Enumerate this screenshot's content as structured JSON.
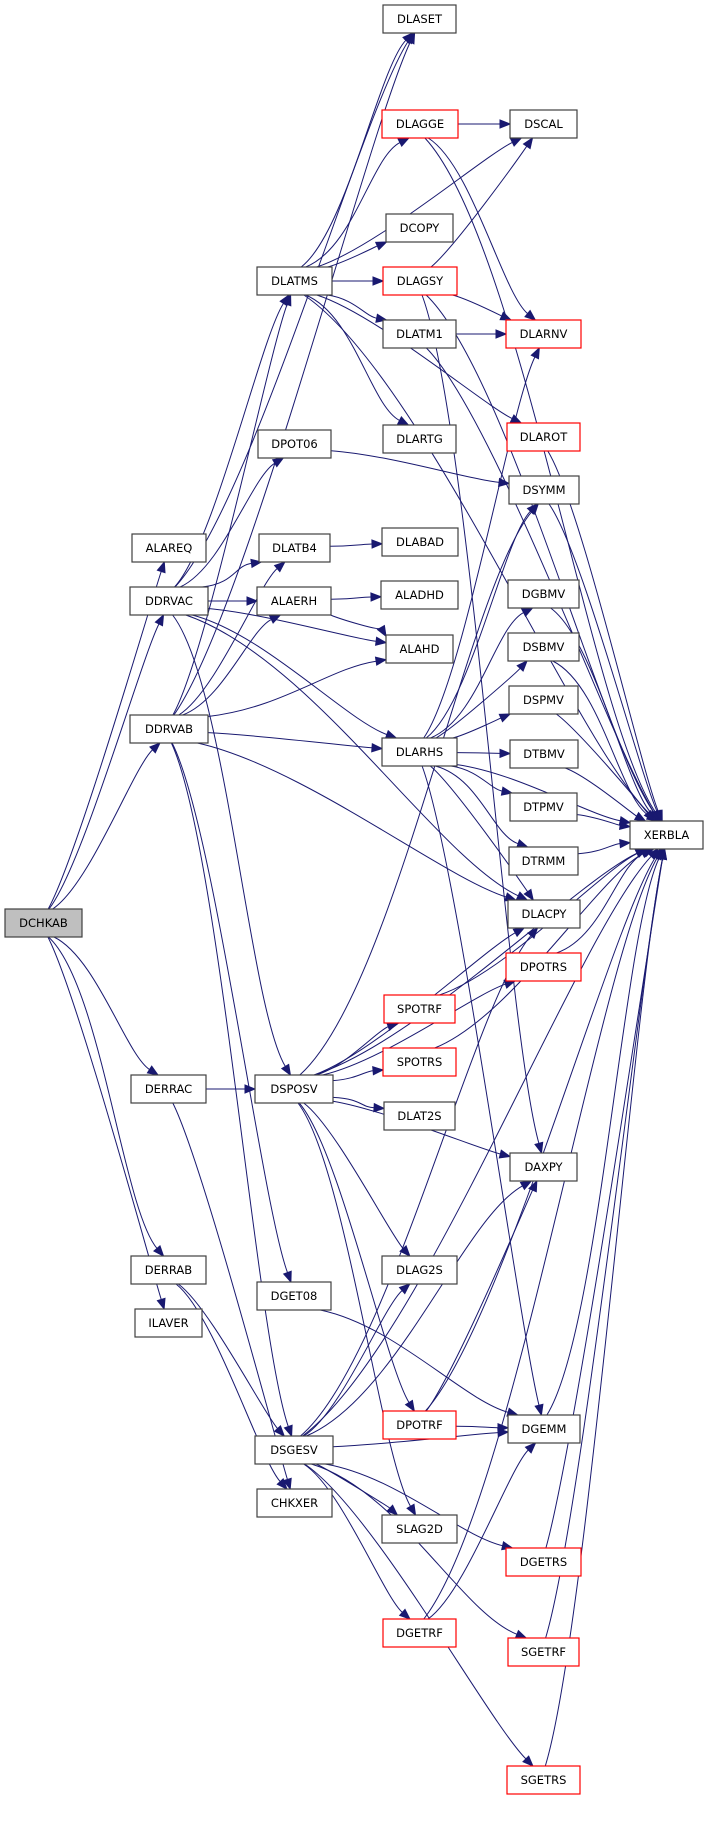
{
  "title": "DCHKAB call graph",
  "colors": {
    "edge": "#191970",
    "node_border": "#404040",
    "external_border": "#ff0000",
    "root_fill": "#bfbfbf"
  },
  "nodes": [
    {
      "id": "DCHKAB",
      "label": "DCHKAB",
      "kind": "root"
    },
    {
      "id": "ALAREQ",
      "label": "ALAREQ",
      "kind": "normal"
    },
    {
      "id": "DDRVAC",
      "label": "DDRVAC",
      "kind": "normal"
    },
    {
      "id": "DDRVAB",
      "label": "DDRVAB",
      "kind": "normal"
    },
    {
      "id": "DERRAC",
      "label": "DERRAC",
      "kind": "normal"
    },
    {
      "id": "DERRAB",
      "label": "DERRAB",
      "kind": "normal"
    },
    {
      "id": "ILAVER",
      "label": "ILAVER",
      "kind": "normal"
    },
    {
      "id": "DLATMS",
      "label": "DLATMS",
      "kind": "normal"
    },
    {
      "id": "DPOT06",
      "label": "DPOT06",
      "kind": "normal"
    },
    {
      "id": "DLATB4",
      "label": "DLATB4",
      "kind": "normal"
    },
    {
      "id": "ALAERH",
      "label": "ALAERH",
      "kind": "normal"
    },
    {
      "id": "DSPOSV",
      "label": "DSPOSV",
      "kind": "normal"
    },
    {
      "id": "DGET08",
      "label": "DGET08",
      "kind": "normal"
    },
    {
      "id": "DSGESV",
      "label": "DSGESV",
      "kind": "normal"
    },
    {
      "id": "CHKXER",
      "label": "CHKXER",
      "kind": "normal"
    },
    {
      "id": "DLASET",
      "label": "DLASET",
      "kind": "normal"
    },
    {
      "id": "DLAGGE",
      "label": "DLAGGE",
      "kind": "external"
    },
    {
      "id": "DCOPY",
      "label": "DCOPY",
      "kind": "normal"
    },
    {
      "id": "DLAGSY",
      "label": "DLAGSY",
      "kind": "external"
    },
    {
      "id": "DLATM1",
      "label": "DLATM1",
      "kind": "normal"
    },
    {
      "id": "DLARTG",
      "label": "DLARTG",
      "kind": "normal"
    },
    {
      "id": "DLABAD",
      "label": "DLABAD",
      "kind": "normal"
    },
    {
      "id": "ALADHD",
      "label": "ALADHD",
      "kind": "normal"
    },
    {
      "id": "ALAHD",
      "label": "ALAHD",
      "kind": "normal"
    },
    {
      "id": "DLARHS",
      "label": "DLARHS",
      "kind": "normal"
    },
    {
      "id": "SPOTRF",
      "label": "SPOTRF",
      "kind": "external"
    },
    {
      "id": "SPOTRS",
      "label": "SPOTRS",
      "kind": "external"
    },
    {
      "id": "DLAT2S",
      "label": "DLAT2S",
      "kind": "normal"
    },
    {
      "id": "DLAG2S",
      "label": "DLAG2S",
      "kind": "normal"
    },
    {
      "id": "DPOTRF",
      "label": "DPOTRF",
      "kind": "external"
    },
    {
      "id": "SLAG2D",
      "label": "SLAG2D",
      "kind": "normal"
    },
    {
      "id": "DGETRF",
      "label": "DGETRF",
      "kind": "external"
    },
    {
      "id": "DSCAL",
      "label": "DSCAL",
      "kind": "normal"
    },
    {
      "id": "DLARNV",
      "label": "DLARNV",
      "kind": "external"
    },
    {
      "id": "DLAROT",
      "label": "DLAROT",
      "kind": "external"
    },
    {
      "id": "DSYMM",
      "label": "DSYMM",
      "kind": "normal"
    },
    {
      "id": "DGBMV",
      "label": "DGBMV",
      "kind": "normal"
    },
    {
      "id": "DSBMV",
      "label": "DSBMV",
      "kind": "normal"
    },
    {
      "id": "DSPMV",
      "label": "DSPMV",
      "kind": "normal"
    },
    {
      "id": "DTBMV",
      "label": "DTBMV",
      "kind": "normal"
    },
    {
      "id": "DTPMV",
      "label": "DTPMV",
      "kind": "normal"
    },
    {
      "id": "DTRMM",
      "label": "DTRMM",
      "kind": "normal"
    },
    {
      "id": "DLACPY",
      "label": "DLACPY",
      "kind": "normal"
    },
    {
      "id": "DPOTRS",
      "label": "DPOTRS",
      "kind": "external"
    },
    {
      "id": "DAXPY",
      "label": "DAXPY",
      "kind": "normal"
    },
    {
      "id": "DGEMM",
      "label": "DGEMM",
      "kind": "normal"
    },
    {
      "id": "DGETRS",
      "label": "DGETRS",
      "kind": "external"
    },
    {
      "id": "SGETRF",
      "label": "SGETRF",
      "kind": "external"
    },
    {
      "id": "SGETRS",
      "label": "SGETRS",
      "kind": "external"
    },
    {
      "id": "XERBLA",
      "label": "XERBLA",
      "kind": "normal"
    }
  ],
  "edges": [
    [
      "DCHKAB",
      "ALAREQ"
    ],
    [
      "DCHKAB",
      "DDRVAC"
    ],
    [
      "DCHKAB",
      "DDRVAB"
    ],
    [
      "DCHKAB",
      "DERRAC"
    ],
    [
      "DCHKAB",
      "DERRAB"
    ],
    [
      "DCHKAB",
      "ILAVER"
    ],
    [
      "DDRVAC",
      "DLASET"
    ],
    [
      "DDRVAC",
      "DLATMS"
    ],
    [
      "DDRVAC",
      "DPOT06"
    ],
    [
      "DDRVAC",
      "DLATB4"
    ],
    [
      "DDRVAC",
      "ALAERH"
    ],
    [
      "DDRVAC",
      "ALAHD"
    ],
    [
      "DDRVAC",
      "DLARHS"
    ],
    [
      "DDRVAC",
      "DLACPY"
    ],
    [
      "DDRVAC",
      "DSPOSV"
    ],
    [
      "DDRVAB",
      "DLASET"
    ],
    [
      "DDRVAB",
      "DLATMS"
    ],
    [
      "DDRVAB",
      "DLATB4"
    ],
    [
      "DDRVAB",
      "ALAERH"
    ],
    [
      "DDRVAB",
      "ALAHD"
    ],
    [
      "DDRVAB",
      "DLARHS"
    ],
    [
      "DDRVAB",
      "DLACPY"
    ],
    [
      "DDRVAB",
      "DGET08"
    ],
    [
      "DDRVAB",
      "DSGESV"
    ],
    [
      "DERRAC",
      "DSPOSV"
    ],
    [
      "DERRAC",
      "CHKXER"
    ],
    [
      "DERRAB",
      "DSGESV"
    ],
    [
      "DERRAB",
      "CHKXER"
    ],
    [
      "DLATMS",
      "DLASET"
    ],
    [
      "DLATMS",
      "DLAGGE"
    ],
    [
      "DLATMS",
      "DSCAL"
    ],
    [
      "DLATMS",
      "DCOPY"
    ],
    [
      "DLATMS",
      "DLAGSY"
    ],
    [
      "DLATMS",
      "DLATM1"
    ],
    [
      "DLATMS",
      "DLARTG"
    ],
    [
      "DLATMS",
      "DLAROT"
    ],
    [
      "DLATMS",
      "XERBLA"
    ],
    [
      "DLAGGE",
      "DSCAL"
    ],
    [
      "DLAGGE",
      "DLARNV"
    ],
    [
      "DLAGGE",
      "XERBLA"
    ],
    [
      "DLAGSY",
      "DSCAL"
    ],
    [
      "DLAGSY",
      "DLARNV"
    ],
    [
      "DLAGSY",
      "XERBLA"
    ],
    [
      "DLAGSY",
      "DAXPY"
    ],
    [
      "DLATM1",
      "DLARNV"
    ],
    [
      "DLATM1",
      "XERBLA"
    ],
    [
      "DLAROT",
      "XERBLA"
    ],
    [
      "DPOT06",
      "DSYMM"
    ],
    [
      "DLATB4",
      "DLABAD"
    ],
    [
      "ALAERH",
      "ALADHD"
    ],
    [
      "ALAERH",
      "ALAHD"
    ],
    [
      "DSYMM",
      "XERBLA"
    ],
    [
      "DLARHS",
      "DLARNV"
    ],
    [
      "DLARHS",
      "DSYMM"
    ],
    [
      "DLARHS",
      "DGBMV"
    ],
    [
      "DLARHS",
      "DSBMV"
    ],
    [
      "DLARHS",
      "DSPMV"
    ],
    [
      "DLARHS",
      "DTBMV"
    ],
    [
      "DLARHS",
      "DTPMV"
    ],
    [
      "DLARHS",
      "DTRMM"
    ],
    [
      "DLARHS",
      "DLACPY"
    ],
    [
      "DLARHS",
      "DGEMM"
    ],
    [
      "DLARHS",
      "XERBLA"
    ],
    [
      "DGBMV",
      "XERBLA"
    ],
    [
      "DSBMV",
      "XERBLA"
    ],
    [
      "DSPMV",
      "XERBLA"
    ],
    [
      "DTBMV",
      "XERBLA"
    ],
    [
      "DTPMV",
      "XERBLA"
    ],
    [
      "DTRMM",
      "XERBLA"
    ],
    [
      "DPOTRS",
      "XERBLA"
    ],
    [
      "DSPOSV",
      "DLACPY"
    ],
    [
      "DSPOSV",
      "DPOTRS"
    ],
    [
      "DSPOSV",
      "SPOTRF"
    ],
    [
      "DSPOSV",
      "SPOTRS"
    ],
    [
      "DSPOSV",
      "DLAT2S"
    ],
    [
      "DSPOSV",
      "DAXPY"
    ],
    [
      "DSPOSV",
      "DLAG2S"
    ],
    [
      "DSPOSV",
      "DPOTRF"
    ],
    [
      "DSPOSV",
      "SLAG2D"
    ],
    [
      "DSPOSV",
      "DSYMM"
    ],
    [
      "DSPOSV",
      "XERBLA"
    ],
    [
      "SPOTRF",
      "XERBLA"
    ],
    [
      "SPOTRS",
      "XERBLA"
    ],
    [
      "DGET08",
      "DGEMM"
    ],
    [
      "DPOTRF",
      "DGEMM"
    ],
    [
      "DPOTRF",
      "DAXPY"
    ],
    [
      "DPOTRF",
      "XERBLA"
    ],
    [
      "DSGESV",
      "DLAG2S"
    ],
    [
      "DSGESV",
      "DLACPY"
    ],
    [
      "DSGESV",
      "DAXPY"
    ],
    [
      "DSGESV",
      "SLAG2D"
    ],
    [
      "DSGESV",
      "DGEMM"
    ],
    [
      "DSGESV",
      "DGETRF"
    ],
    [
      "DSGESV",
      "DGETRS"
    ],
    [
      "DSGESV",
      "SGETRF"
    ],
    [
      "DSGESV",
      "SGETRS"
    ],
    [
      "DSGESV",
      "XERBLA"
    ],
    [
      "DGETRF",
      "DGEMM"
    ],
    [
      "DGETRF",
      "XERBLA"
    ],
    [
      "DGEMM",
      "XERBLA"
    ],
    [
      "DGETRS",
      "XERBLA"
    ],
    [
      "SGETRF",
      "XERBLA"
    ],
    [
      "SGETRS",
      "XERBLA"
    ]
  ]
}
